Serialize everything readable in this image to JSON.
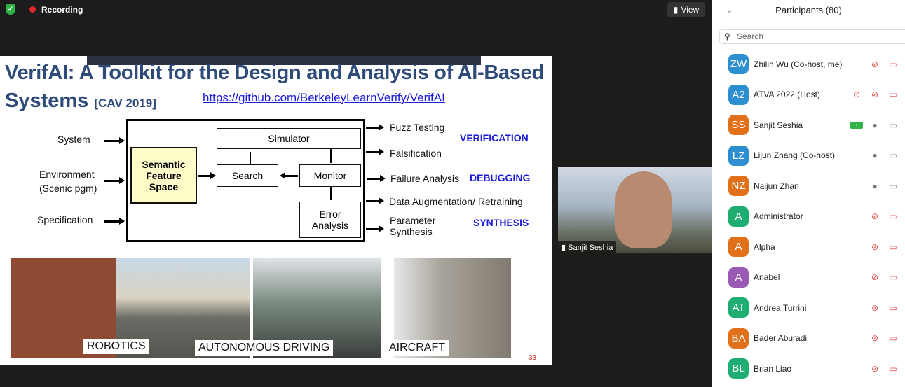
{
  "topbar": {
    "recording": "Recording",
    "view": "View"
  },
  "slide": {
    "title": "VerifAI: A Toolkit for the Design and Analysis of AI-Based",
    "title2": "Systems",
    "cite": "[CAV 2019]",
    "link": "https://github.com/BerkeleyLearnVerify/VerifAI",
    "inputs": [
      "System",
      "Environment",
      "(Scenic pgm)",
      "Specification"
    ],
    "blocks": {
      "sfs": "Semantic Feature Space",
      "simulator": "Simulator",
      "search": "Search",
      "monitor": "Monitor",
      "error": "Error Analysis"
    },
    "outputs": [
      "Fuzz Testing",
      "Falsification",
      "Failure Analysis",
      "Data Augmentation/ Retraining",
      "Parameter Synthesis"
    ],
    "categories": [
      "VERIFICATION",
      "DEBUGGING",
      "SYNTHESIS"
    ],
    "images": [
      "ROBOTICS",
      "AUTONOMOUS DRIVING",
      "AIRCRAFT"
    ],
    "page": "33"
  },
  "video": {
    "name": "Sanjit Seshia"
  },
  "participants": {
    "title": "Participants (80)",
    "search_placeholder": "Search",
    "list": [
      {
        "initials": "ZW",
        "name": "Zhilin Wu (Co-host, me)",
        "color": "#2e8fd0",
        "muted": true
      },
      {
        "initials": "A2",
        "name": "ATVA 2022 (Host)",
        "color": "#2e8fd0",
        "muted": true,
        "recording": true
      },
      {
        "initials": "SS",
        "name": "Sanjit Seshia",
        "color": "#e0711a",
        "muted": false,
        "sharing": true
      },
      {
        "initials": "LZ",
        "name": "Lijun Zhang (Co-host)",
        "color": "#2e8fd0",
        "muted": false
      },
      {
        "initials": "NZ",
        "name": "Naijun Zhan",
        "color": "#e0711a",
        "muted": false
      },
      {
        "initials": "A",
        "name": "Administrator",
        "color": "#1fae72",
        "muted": true
      },
      {
        "initials": "A",
        "name": "Alpha",
        "color": "#e0711a",
        "muted": true
      },
      {
        "initials": "A",
        "name": "Anabel",
        "color": "#9b59b6",
        "muted": true
      },
      {
        "initials": "AT",
        "name": "Andrea Turrini",
        "color": "#1fae72",
        "muted": true
      },
      {
        "initials": "BA",
        "name": "Bader Aburadi",
        "color": "#e0711a",
        "muted": true
      },
      {
        "initials": "BL",
        "name": "Brian Liao",
        "color": "#1fae72",
        "muted": true
      }
    ]
  }
}
